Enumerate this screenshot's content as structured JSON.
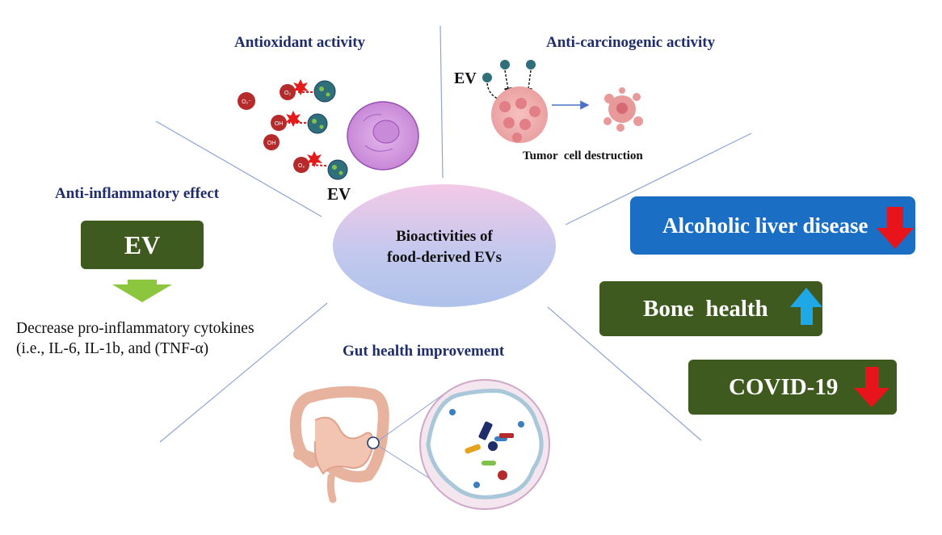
{
  "center": {
    "line1": "Bioactivities of",
    "line2": "food-derived EVs"
  },
  "antioxidant": {
    "title": "Antioxidant activity",
    "ev_label": "EV",
    "radicals": [
      "O₂⁻",
      "O₂",
      "OH",
      "OH",
      "O₂"
    ]
  },
  "anticarcinogenic": {
    "title": "Anti-carcinogenic activity",
    "ev_label": "EV",
    "caption": "Tumor  cell destruction"
  },
  "antiinflammatory": {
    "title": "Anti-inflammatory effect",
    "box_label": "EV",
    "line1": "Decrease pro-inflammatory cytokines",
    "line2": "(i.e., IL-6, IL-1b, and (TNF-α)"
  },
  "gut": {
    "title": "Gut health improvement"
  },
  "outcomes": [
    {
      "label": "Alcoholic liver disease",
      "direction": "down",
      "color": "#1a6fc4",
      "arrow_color": "#e8141b"
    },
    {
      "label": "Bone  health",
      "direction": "up",
      "color": "#3e5a1e",
      "arrow_color": "#1ea8e6"
    },
    {
      "label": "COVID-19",
      "direction": "down",
      "color": "#3e5a1e",
      "arrow_color": "#e8141b"
    }
  ]
}
